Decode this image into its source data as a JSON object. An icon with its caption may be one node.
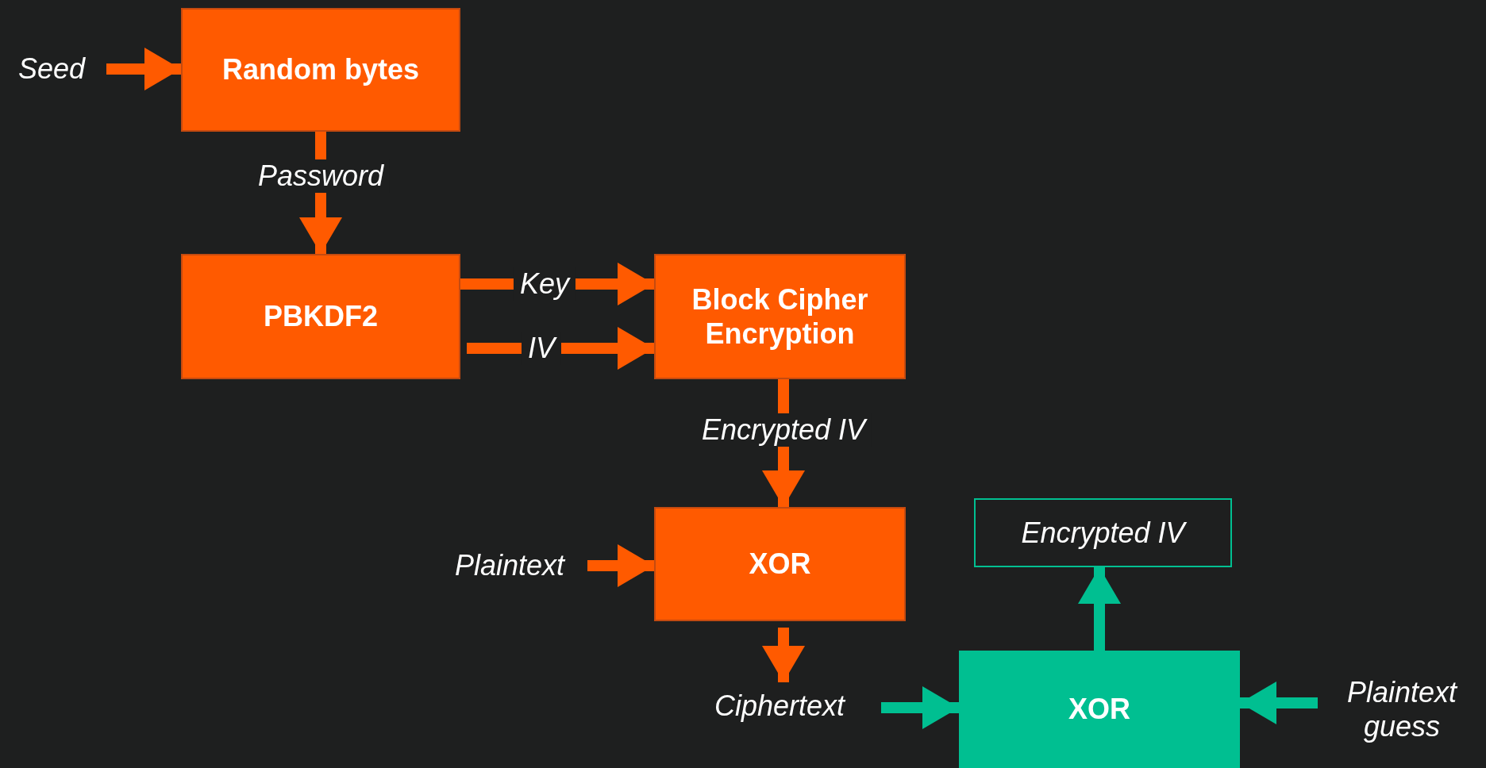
{
  "diagram": {
    "nodes": [
      {
        "text": [
          "Seed"
        ]
      },
      {
        "text": [
          "Random bytes"
        ]
      },
      {
        "text": [
          "PBKDF2"
        ]
      },
      {
        "text": [
          "Block Cipher Encryption"
        ]
      },
      {
        "text": [
          "Plaintext"
        ]
      },
      {
        "text": [
          "XOR"
        ]
      },
      {
        "text": [
          "Ciphertext"
        ]
      },
      {
        "text": [
          "Encrypted IV"
        ]
      },
      {
        "text": [
          "XOR"
        ]
      },
      {
        "text": [
          "Plaintext guess"
        ]
      }
    ],
    "edges": [
      {
        "from": 0,
        "to": 1,
        "arrow": "to"
      },
      {
        "from": 1,
        "to": 2,
        "arrow": "to",
        "label": "Password"
      },
      {
        "from": 2,
        "to": 3,
        "arrow": "to",
        "label": "Key"
      },
      {
        "from": 2,
        "to": 3,
        "arrow": "to",
        "label": "IV"
      },
      {
        "from": 3,
        "to": 5,
        "arrow": "to",
        "label": "Encrypted IV"
      },
      {
        "from": 4,
        "to": 5,
        "arrow": "to"
      },
      {
        "from": 5,
        "to": 6,
        "arrow": "to"
      },
      {
        "from": 6,
        "to": 8,
        "arrow": "to",
        "color": "#00bf91"
      },
      {
        "from": 9,
        "to": 8,
        "arrow": "to",
        "color": "#00bf91"
      },
      {
        "from": 8,
        "to": 7,
        "arrow": "to",
        "color": "#00bf91"
      }
    ]
  }
}
